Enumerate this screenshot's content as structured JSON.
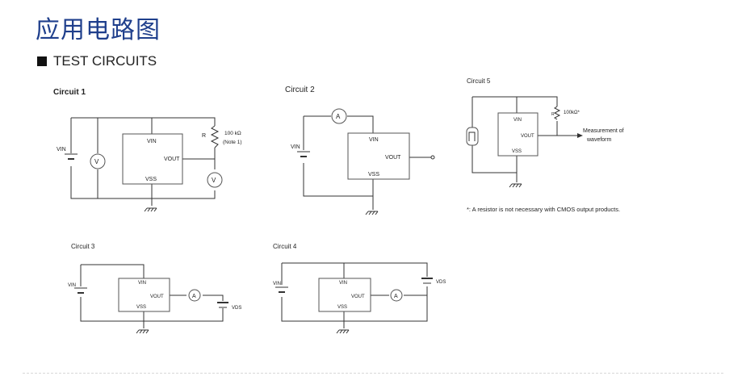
{
  "page": {
    "title": "应用电路图",
    "section_heading": "TEST CIRCUITS",
    "note": "*: A resistor is not necessary with CMOS output products."
  },
  "circuit1": {
    "label": "Circuit 1",
    "vin": "VIN",
    "pin_vin": "VIN",
    "pin_vout": "VOUT",
    "pin_vss": "VSS",
    "r": "R",
    "r_value": "100 kΩ",
    "r_note": "(Note 1)",
    "meter": "V"
  },
  "circuit2": {
    "label": "Circuit 2",
    "vin": "VIN",
    "pin_vin": "VIN",
    "pin_vout": "VOUT",
    "pin_vss": "VSS",
    "meter": "A"
  },
  "circuit3": {
    "label": "Circuit 3",
    "vin": "VIN",
    "pin_vin": "VIN",
    "pin_vout": "VOUT",
    "pin_vss": "VSS",
    "meter": "A",
    "vds": "VDS"
  },
  "circuit4": {
    "label": "Circuit 4",
    "vin": "VIN",
    "pin_vin": "VIN",
    "pin_vout": "VOUT",
    "pin_vss": "VSS",
    "meter": "A",
    "vds": "VDS"
  },
  "circuit5": {
    "label": "Circuit 5",
    "pin_vin": "VIN",
    "pin_vout": "VOUT",
    "pin_vss": "VSS",
    "r": "R",
    "r_value": "100kΩ*",
    "measure1": "Measurement of",
    "measure2": "waveform"
  }
}
